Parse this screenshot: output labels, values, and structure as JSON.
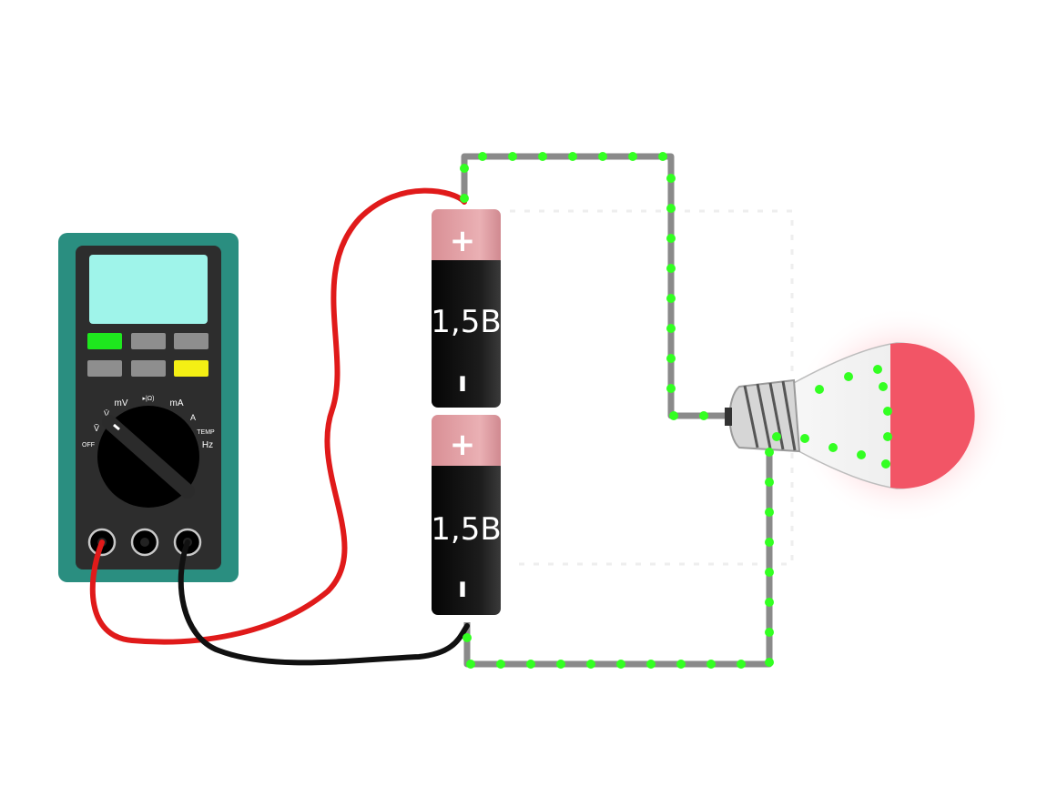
{
  "multimeter": {
    "dial_labels": {
      "mv": "mV",
      "diode": "▸|Ω)",
      "ma": "mA",
      "v_dc": "V̄",
      "v_ac": "Ṽ",
      "a": "A",
      "temp": "TEMP",
      "off": "OFF",
      "hz": "Hz"
    },
    "button_colors": [
      "#1ee81e",
      "#8e8e8e",
      "#8e8e8e",
      "#8e8e8e",
      "#8e8e8e",
      "#f4ef14"
    ],
    "body_color": "#2a8e80",
    "screen_color": "#9ff4ea"
  },
  "batteries": [
    {
      "polarity_plus": "+",
      "label": "1,5B",
      "polarity_minus": "ı"
    },
    {
      "polarity_plus": "+",
      "label": "1,5B",
      "polarity_minus": "ı"
    }
  ],
  "colors": {
    "probe_red": "#e01a1a",
    "probe_black": "#111111",
    "wire": "#8a8a8a",
    "electron": "#33ff22",
    "battery_cap": "#e7a4a8",
    "bulb_glow": "#f25566"
  }
}
